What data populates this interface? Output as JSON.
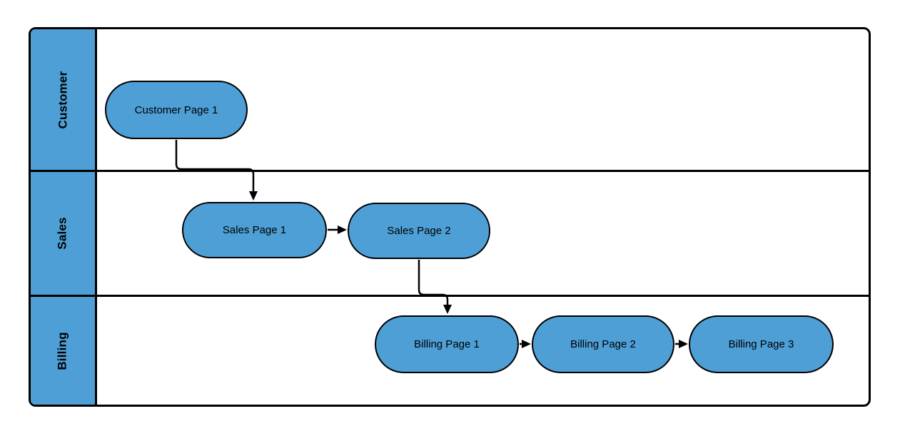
{
  "diagram": {
    "colors": {
      "background": "#FFFFFF",
      "lane_header_fill": "#4D9FD6",
      "shape_fill": "#4D9FD6",
      "shape_border": "#000000",
      "connector": "#000000"
    },
    "lanes": [
      {
        "id": "customer",
        "label": "Customer"
      },
      {
        "id": "sales",
        "label": "Sales"
      },
      {
        "id": "billing",
        "label": "Billing"
      }
    ],
    "nodes": [
      {
        "id": "customer-page-1",
        "lane": "customer",
        "label": "Customer Page 1"
      },
      {
        "id": "sales-page-1",
        "lane": "sales",
        "label": "Sales Page 1"
      },
      {
        "id": "sales-page-2",
        "lane": "sales",
        "label": "Sales Page 2"
      },
      {
        "id": "billing-page-1",
        "lane": "billing",
        "label": "Billing Page 1"
      },
      {
        "id": "billing-page-2",
        "lane": "billing",
        "label": "Billing Page 2"
      },
      {
        "id": "billing-page-3",
        "lane": "billing",
        "label": "Billing Page 3"
      }
    ],
    "edges": [
      {
        "from": "customer-page-1",
        "to": "sales-page-1"
      },
      {
        "from": "sales-page-1",
        "to": "sales-page-2"
      },
      {
        "from": "sales-page-2",
        "to": "billing-page-1"
      },
      {
        "from": "billing-page-1",
        "to": "billing-page-2"
      },
      {
        "from": "billing-page-2",
        "to": "billing-page-3"
      }
    ]
  }
}
